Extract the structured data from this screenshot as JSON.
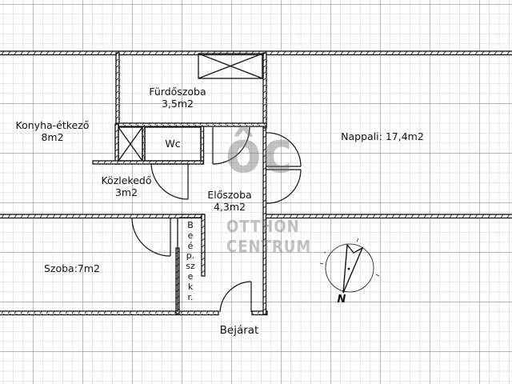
{
  "colors": {
    "background": "#ffffff",
    "grid_minor": "#cfcfcf",
    "grid_major": "#8a8a8a",
    "wall": "#111111",
    "watermark": "#7a7a7a"
  },
  "rooms": [
    {
      "name": "Fürdőszoba",
      "area": "3,5m2"
    },
    {
      "name": "Konyha-étkező",
      "area": "8m2"
    },
    {
      "name": "Wc",
      "area": ""
    },
    {
      "name": "Nappali: 17,4m2",
      "area": ""
    },
    {
      "name": "Közlekedő",
      "area": "3m2"
    },
    {
      "name": "Előszoba",
      "area": "4,3m2"
    },
    {
      "name": "Szoba:7m2",
      "area": ""
    }
  ],
  "wardrobe": {
    "label_chars": [
      "B",
      "e",
      "é",
      "p.",
      "sz",
      "e",
      "k",
      "r."
    ]
  },
  "entrance": {
    "label": "Bejárat"
  },
  "compass": {
    "label": "N"
  },
  "watermark": {
    "logo": "ôc",
    "line1": "OTTHON",
    "line2": "CENTRUM"
  }
}
